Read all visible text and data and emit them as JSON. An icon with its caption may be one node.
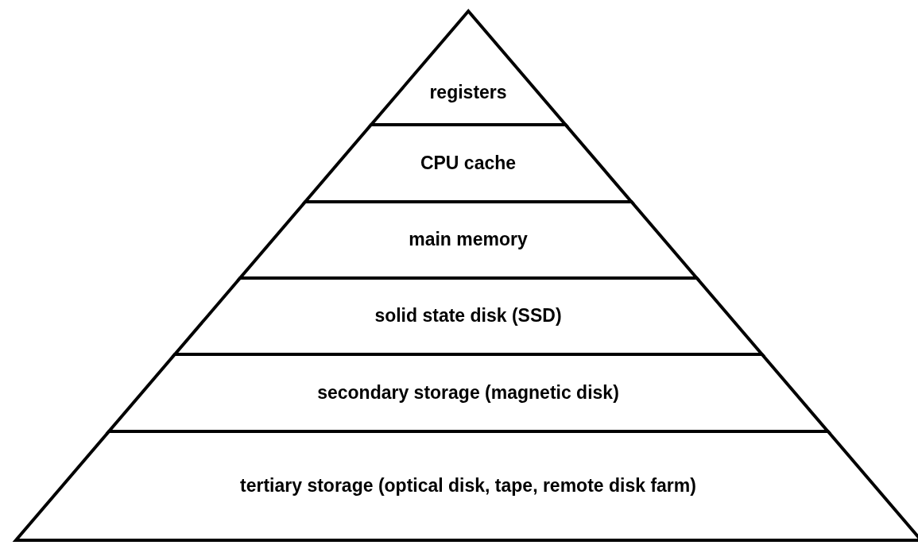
{
  "diagram": {
    "nodes": [
      {
        "text": [
          "registers"
        ]
      },
      {
        "text": [
          "CPU cache"
        ]
      },
      {
        "text": [
          "main memory"
        ]
      },
      {
        "text": [
          "solid state disk (SSD)"
        ]
      },
      {
        "text": [
          "secondary storage (magnetic disk)"
        ]
      },
      {
        "text": [
          "tertiary storage (optical disk, tape, remote disk farm)"
        ]
      }
    ]
  }
}
